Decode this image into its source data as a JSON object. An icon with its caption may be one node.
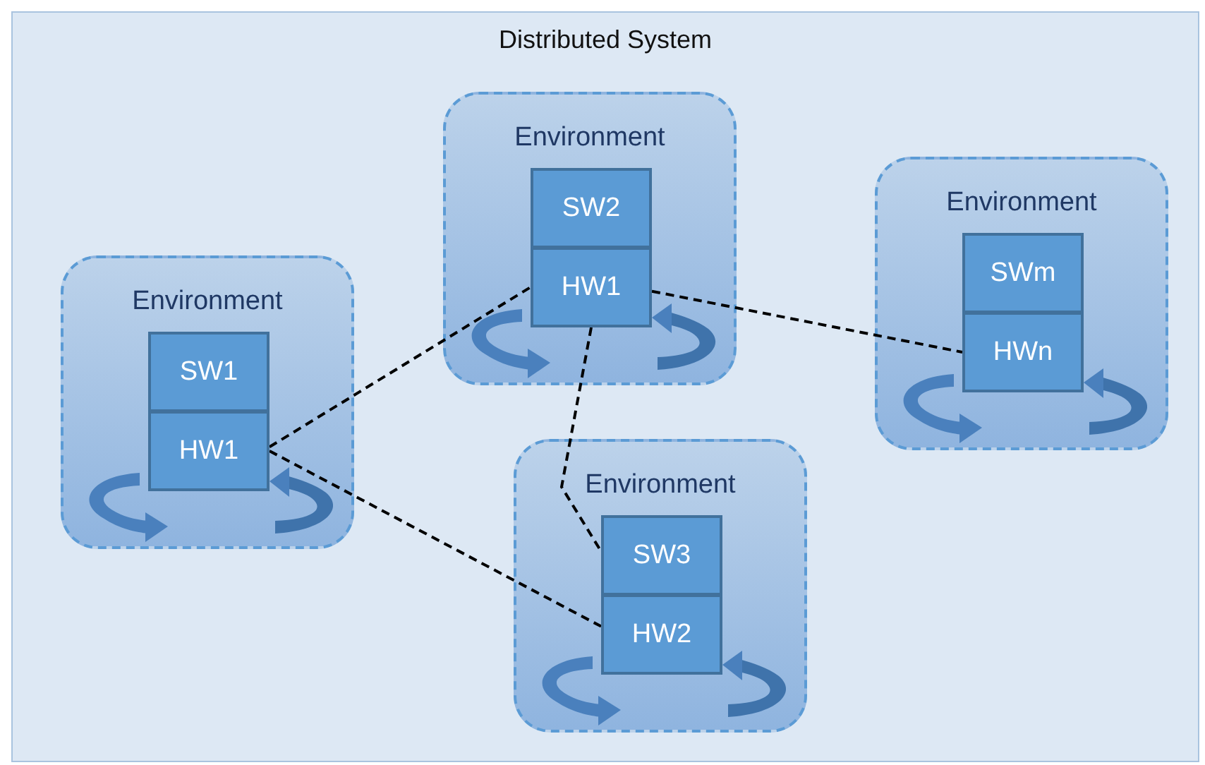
{
  "diagram": {
    "nodes": [
      {
        "text": [
          "Distributed System"
        ]
      },
      {
        "text": [
          "Environment"
        ],
        "in": 0
      },
      {
        "text": [
          "SW2"
        ],
        "in": 1
      },
      {
        "text": [
          "HW1"
        ],
        "in": 1
      },
      {
        "text": [
          "Environment"
        ],
        "in": 0
      },
      {
        "text": [
          "SWm"
        ],
        "in": 4
      },
      {
        "text": [
          "HWn"
        ],
        "in": 4
      },
      {
        "text": [
          "Environment"
        ],
        "in": 0
      },
      {
        "text": [
          "SW1"
        ],
        "in": 7
      },
      {
        "text": [
          "HW1"
        ],
        "in": 7
      },
      {
        "text": [
          "Environment"
        ],
        "in": 0
      },
      {
        "text": [
          "SW3"
        ],
        "in": 10
      },
      {
        "text": [
          "HW2"
        ],
        "in": 10
      }
    ],
    "edges": [
      {
        "from": 3,
        "to": 6,
        "arrow": "none",
        "style": "dashed"
      },
      {
        "from": 3,
        "to": 11,
        "arrow": "none",
        "style": "dashed"
      },
      {
        "from": 9,
        "to": 3,
        "arrow": "none",
        "style": "dashed"
      },
      {
        "from": 9,
        "to": 12,
        "arrow": "none",
        "style": "dashed"
      }
    ]
  }
}
